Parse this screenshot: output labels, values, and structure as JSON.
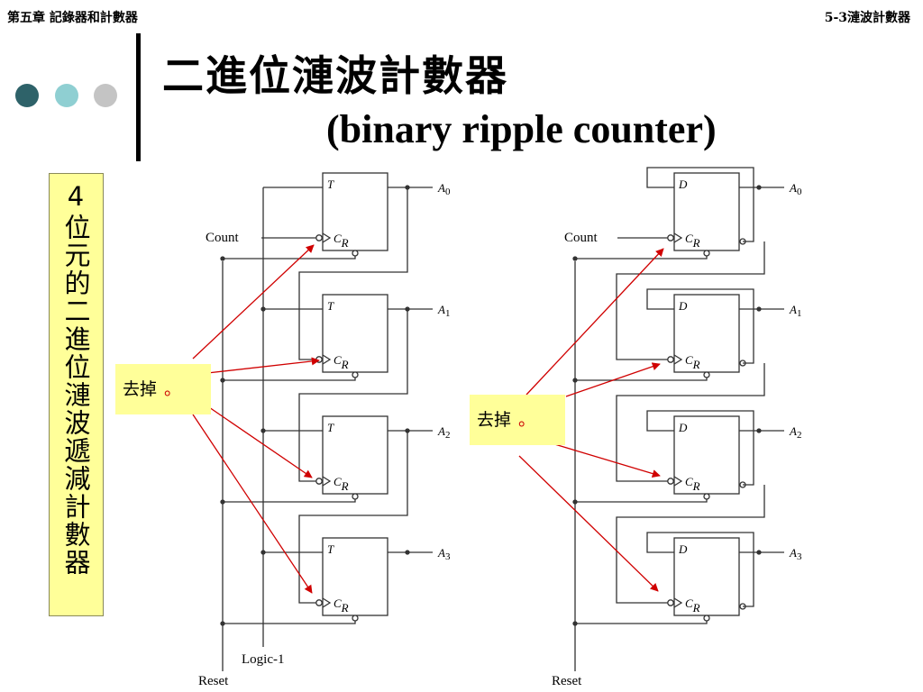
{
  "header": {
    "chapter": "第五章 記錄器和計數器",
    "section": "5-3漣波計數器"
  },
  "title": {
    "chinese": "二進位漣波計數器",
    "english": "(binary ripple counter)"
  },
  "side_label": "4位元的二進位漣波遞減計數器",
  "notes": {
    "left": "去掉",
    "right": "去掉",
    "mark": "。"
  },
  "circuits": {
    "t_labels": {
      "flipflop_input": "T",
      "clock": "C",
      "reset_pin": "R",
      "count": "Count",
      "reset": "Reset",
      "logic": "Logic-1",
      "outputs": [
        "A0",
        "A1",
        "A2",
        "A3"
      ]
    },
    "d_labels": {
      "flipflop_input": "D",
      "clock": "C",
      "reset_pin": "R",
      "count": "Count",
      "reset": "Reset",
      "outputs": [
        "A0",
        "A1",
        "A2",
        "A3"
      ]
    }
  },
  "colors": {
    "accent_dark": "#2e6269",
    "accent_light": "#8fcfd2",
    "accent_gray": "#c4c4c4",
    "note_bg": "#ffff99",
    "arrow": "#d00000"
  }
}
